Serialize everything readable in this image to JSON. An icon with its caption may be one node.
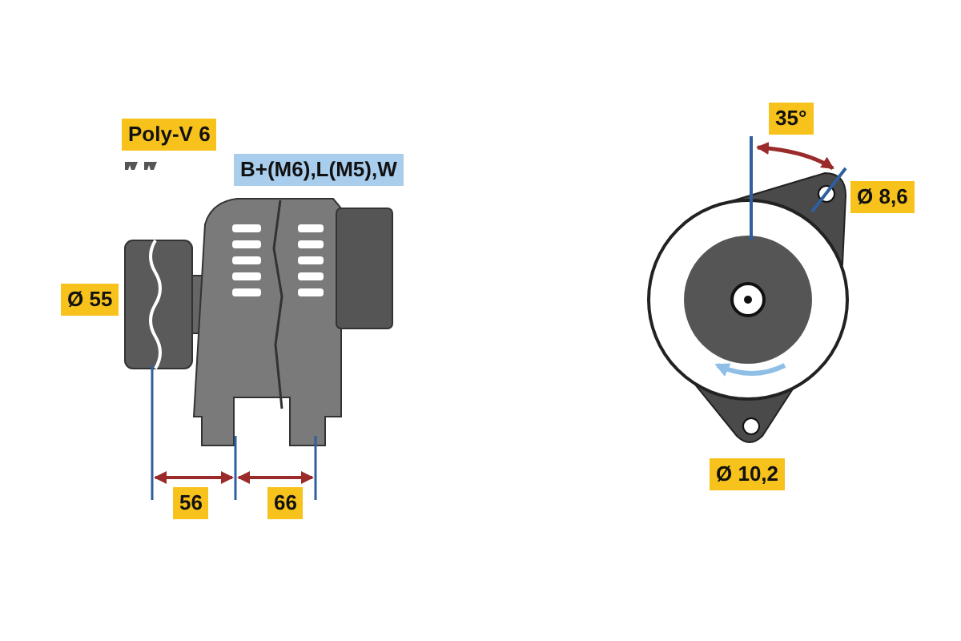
{
  "diagram": {
    "labels": [
      "Poly-V 6",
      "B+(M6),L(M5),W",
      "35°",
      "Ø 8,6",
      "Ø 55",
      "56",
      "66",
      "Ø 10,2"
    ]
  }
}
